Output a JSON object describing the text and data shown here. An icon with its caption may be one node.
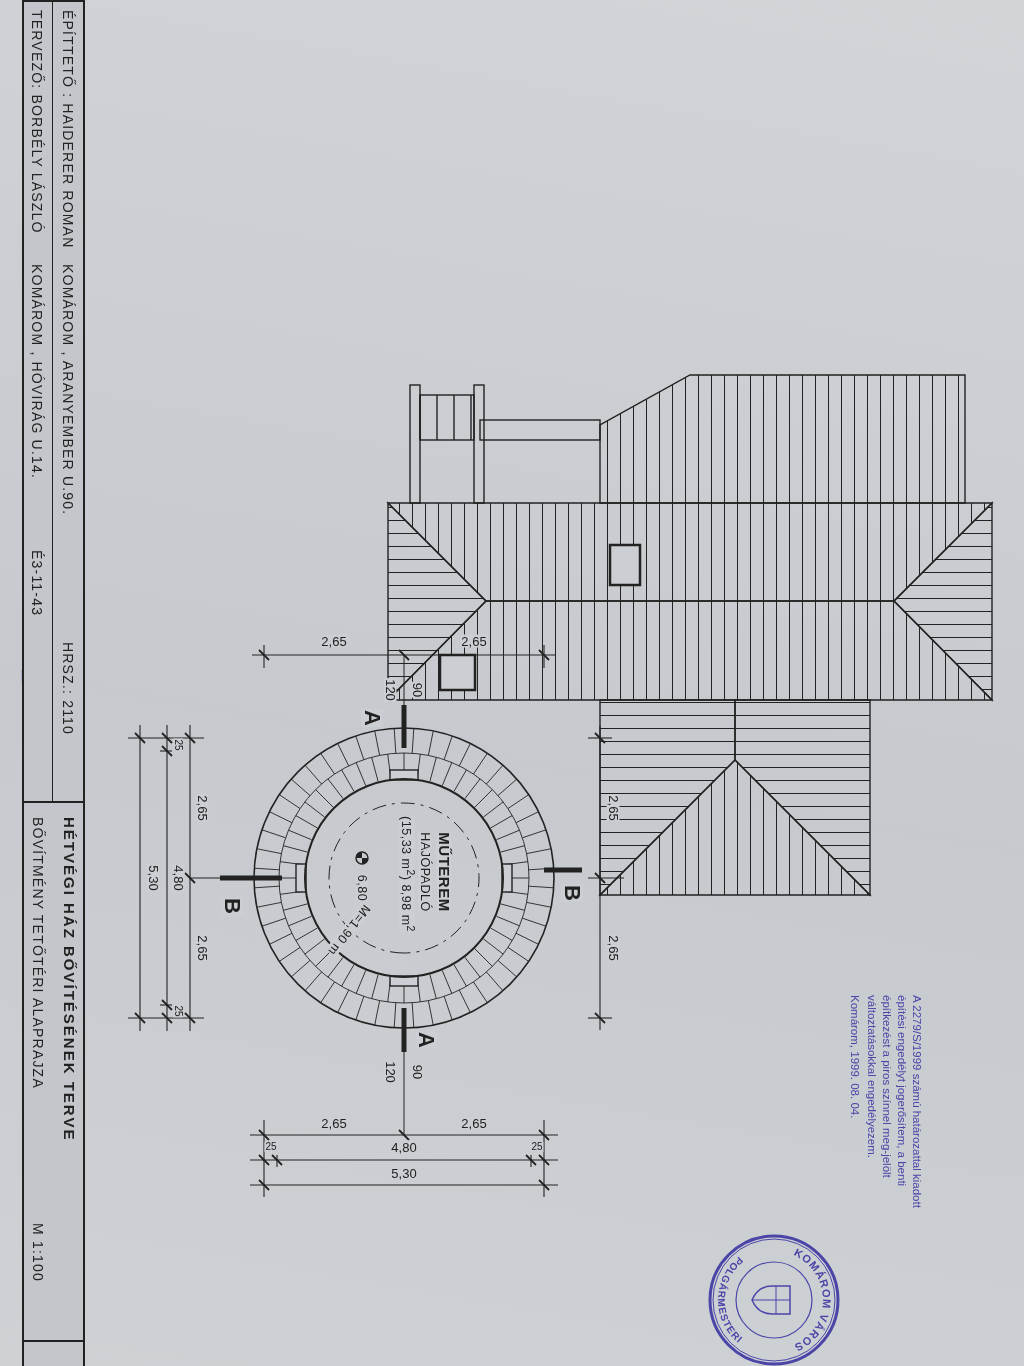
{
  "diagram": {
    "nodes": [
      {
        "text": [
          "ÉPÍTTETŐ : HAIDERER ROMAN",
          "KOMÁROM , ARANYEMBER U.90.",
          "HRSZ.: 2110",
          "TERVEZŐ: BORBÉLY LÁSZLÓ",
          "KOMÁROM , HÓVIRÁG U.14.",
          "É3-11-43"
        ]
      },
      {
        "text": [
          "HÉTVÉGI HÁZ BŐVÍTÉSÉNEK TERVE",
          "BŐVÍTMÉNY TETŐTÉRI ALAPRAJZA",
          "M 1:100"
        ]
      },
      {
        "text": [
          "MŰTEREM",
          "HAJÓPADLÓ",
          "(15,33 m$^{2}$) 8,98 m$^{2}$",
          "6,80",
          "M=1,90 m"
        ]
      }
    ],
    "labels": [
      "2,65",
      "2,65",
      "A",
      "90",
      "120",
      "25",
      "2,65",
      "4,80",
      "5,30",
      "2,65",
      "25",
      "2,65",
      "B",
      "B",
      "2,65",
      "A",
      "90",
      "120",
      "2,65",
      "2,65",
      "25",
      "4,80",
      "25",
      "5,30",
      "A 2279/S/1999 számú határozattal kiadott építési engedélyt jogerősítem, a benti építkezést a piros színnel meg-jelölt változtatásokkal engedélyezem.",
      "Komárom, 1999. 08. 04.",
      "KOMÁROM VÁROS",
      "POLGÁRMESTERI"
    ]
  }
}
